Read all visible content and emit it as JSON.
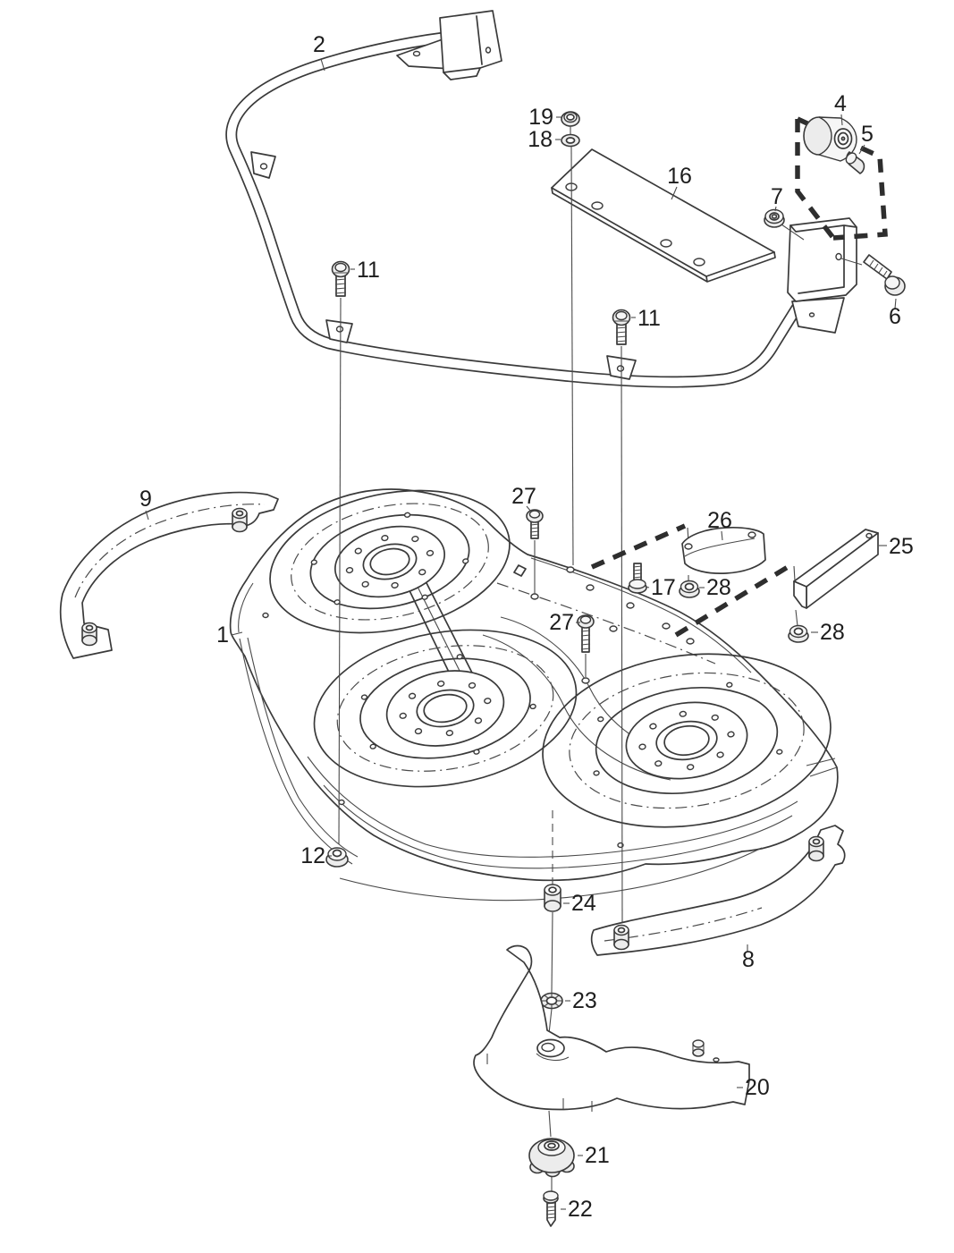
{
  "figure": {
    "kind": "exploded-parts-diagram",
    "background_color": "#ffffff",
    "line_color": "#3a3a3a",
    "label_color": "#1d1d1d",
    "callouts": [
      {
        "num": "2"
      },
      {
        "num": "19"
      },
      {
        "num": "18"
      },
      {
        "num": "16"
      },
      {
        "num": "4"
      },
      {
        "num": "5"
      },
      {
        "num": "7"
      },
      {
        "num": "6"
      },
      {
        "num": "11"
      },
      {
        "num": "11"
      },
      {
        "num": "9"
      },
      {
        "num": "27"
      },
      {
        "num": "26"
      },
      {
        "num": "25"
      },
      {
        "num": "17"
      },
      {
        "num": "28"
      },
      {
        "num": "1"
      },
      {
        "num": "27"
      },
      {
        "num": "28"
      },
      {
        "num": "12"
      },
      {
        "num": "24"
      },
      {
        "num": "8"
      },
      {
        "num": "23"
      },
      {
        "num": "20"
      },
      {
        "num": "21"
      },
      {
        "num": "22"
      }
    ]
  }
}
